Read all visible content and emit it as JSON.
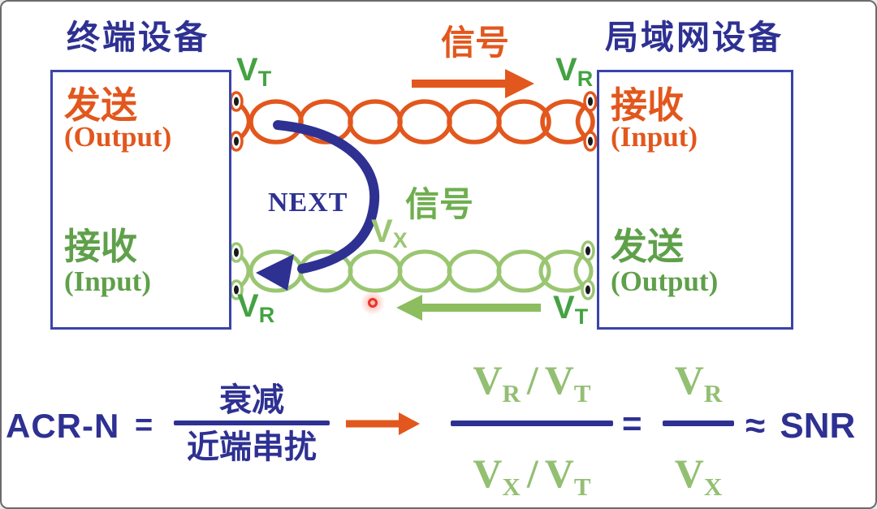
{
  "header": {
    "left_device": "终端设备",
    "right_device": "局域网设备"
  },
  "left_box": {
    "line1_cn": "发送",
    "line1_en": "(Output)",
    "line2_cn": "接收",
    "line2_en": "(Input)"
  },
  "right_box": {
    "line1_cn": "接收",
    "line1_en": "(Input)",
    "line2_cn": "发送",
    "line2_en": "(Output)"
  },
  "signals": {
    "top_label": "信号",
    "bottom_label": "信号",
    "next_label": "NEXT"
  },
  "v_labels": {
    "top_left": {
      "base": "V",
      "sub": "T"
    },
    "top_right": {
      "base": "V",
      "sub": "R"
    },
    "crosstalk": {
      "base": "V",
      "sub": "X"
    },
    "bottom_left": {
      "base": "V",
      "sub": "R"
    },
    "bottom_right": {
      "base": "V",
      "sub": "T"
    }
  },
  "formula": {
    "lhs": "ACR-N",
    "eq1": "=",
    "cn_fraction": {
      "numerator": "衰减",
      "denominator": "近端串扰"
    },
    "ratio_fraction": {
      "num_v1": {
        "base": "V",
        "sub": "R"
      },
      "num_slash": "/",
      "num_v2": {
        "base": "V",
        "sub": "T"
      },
      "den_v1": {
        "base": "V",
        "sub": "X"
      },
      "den_slash": "/",
      "den_v2": {
        "base": "V",
        "sub": "T"
      }
    },
    "eq2": "=",
    "simple_fraction": {
      "num": {
        "base": "V",
        "sub": "R"
      },
      "den": {
        "base": "V",
        "sub": "X"
      }
    },
    "approx": "≈",
    "snr": "SNR"
  },
  "colors": {
    "navy": "#2E3192",
    "box_border": "#3A44A8",
    "orange": "#E2571D",
    "wire_light_green": "#9AC672",
    "label_green": "#44A242",
    "text_green": "#5FA04A",
    "signal_green": "#6FAE4F",
    "formula_green": "#93BF72",
    "laser_red": "#E8342C"
  }
}
